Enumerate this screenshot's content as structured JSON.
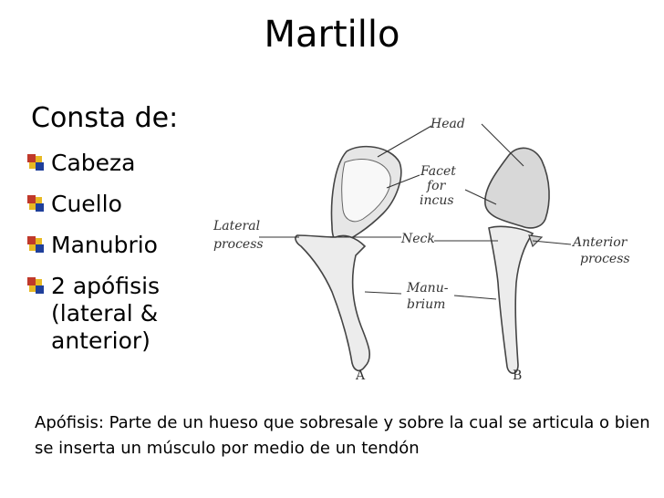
{
  "slide": {
    "title": "Martillo",
    "subtitle": "Consta de:",
    "bullets": [
      {
        "text": "Cabeza"
      },
      {
        "text": "Cuello"
      },
      {
        "text": "Manubrio"
      },
      {
        "text": "2 apófisis (lateral & anterior)"
      }
    ],
    "footnote": "Apófisis: Parte de un hueso que sobresale y sobre la cual se articula o bien se inserta un músculo por medio de un tendón"
  },
  "figure": {
    "labels": {
      "head": "Head",
      "facet_line1": "Facet",
      "facet_line2": "for",
      "facet_line3": "incus",
      "lateral_line1": "Lateral",
      "lateral_line2": "process",
      "neck": "Neck",
      "anterior_line1": "Anterior",
      "anterior_line2": "process",
      "manubrium_line1": "Manu-",
      "manubrium_line2": "brium",
      "view_a": "A",
      "view_b": "B"
    }
  },
  "icons": {
    "bullet_icon": "colored-square-bullet"
  },
  "colors": {
    "bullet_red": "#c0392b",
    "bullet_blue": "#1f3f9a",
    "bullet_yellow": "#e8b923"
  }
}
